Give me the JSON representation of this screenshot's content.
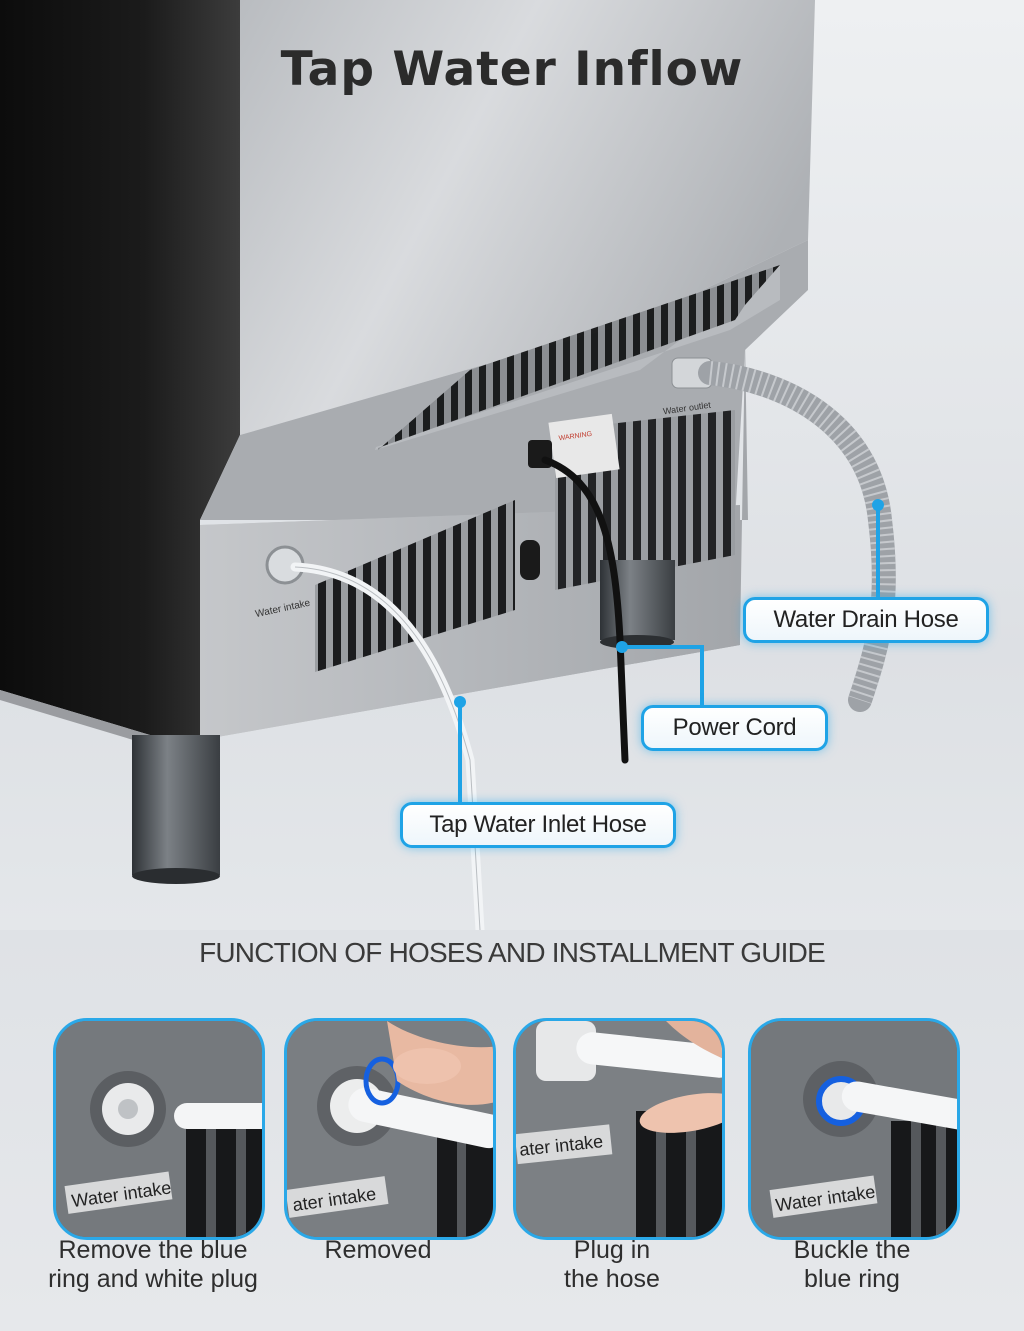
{
  "header": {
    "title": "Tap Water Inflow"
  },
  "hero": {
    "labels": {
      "warning": "WARNING",
      "water_outlet": "Water outlet",
      "water_intake": "Water intake"
    },
    "callouts": {
      "drain_hose": "Water Drain Hose",
      "power_cord": "Power Cord",
      "inlet_hose": "Tap Water Inlet Hose"
    }
  },
  "guide": {
    "heading": "FUNCTION OF HOSES AND INSTALLMENT GUIDE",
    "steps": [
      {
        "photo_label": "Water intake",
        "caption_lines": [
          "Remove the blue",
          "ring and white plug"
        ]
      },
      {
        "photo_label": "ater intake",
        "caption_lines": [
          "Removed"
        ]
      },
      {
        "photo_label": "ater intake",
        "caption_lines": [
          "Plug in",
          "the hose"
        ]
      },
      {
        "photo_label": "Water intake",
        "caption_lines": [
          "Buckle the",
          "blue ring"
        ]
      }
    ]
  },
  "colors": {
    "accent": "#1fa3e6",
    "blue_ring": "#1560e0"
  }
}
